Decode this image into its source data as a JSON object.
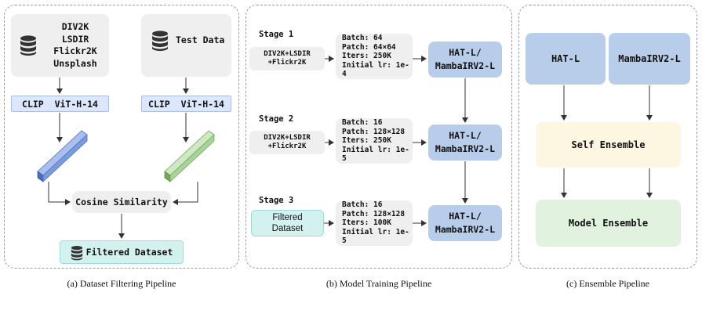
{
  "panel_a": {
    "caption": "(a) Dataset Filtering Pipeline",
    "train_sources": [
      "DIV2K",
      "LSDIR",
      "Flickr2K",
      "Unsplash"
    ],
    "test_data": "Test Data",
    "clip_left": "CLIP  ViT-H-14",
    "clip_right": "CLIP  ViT-H-14",
    "cosine": "Cosine Similarity",
    "filtered": "Filtered Dataset",
    "colors": {
      "left_vector": "#7a9be0",
      "right_vector": "#a9d39a",
      "filtered_bg": "#d3f1ee",
      "clip_bg": "#dde7fb"
    }
  },
  "panel_b": {
    "caption": "(b) Model Training Pipeline",
    "stages": [
      {
        "label": "Stage 1",
        "source": [
          "DIV2K+LSDIR",
          "+Flickr2K"
        ],
        "params": [
          "Batch: 64",
          "Patch: 64×64",
          "Iters: 250K",
          "Initial lr: 1e-4"
        ],
        "model": [
          "HAT-L/",
          "MambaIRV2-L"
        ]
      },
      {
        "label": "Stage 2",
        "source": [
          "DIV2K+LSDIR",
          "+Flickr2K"
        ],
        "params": [
          "Batch: 16",
          "Patch: 128×128",
          "Iters: 250K",
          "Initial lr: 1e-5"
        ],
        "model": [
          "HAT-L/",
          "MambaIRV2-L"
        ]
      },
      {
        "label": "Stage 3",
        "source": [
          "Filtered",
          "Dataset"
        ],
        "params": [
          "Batch: 16",
          "Patch: 128×128",
          "Iters: 100K",
          "Initial lr: 1e-5"
        ],
        "model": [
          "HAT-L/",
          "MambaIRV2-L"
        ]
      }
    ],
    "colors": {
      "model_bg": "#b8cdea",
      "filtered_bg": "#d3f1ee"
    }
  },
  "panel_c": {
    "caption": "(c) Ensemble Pipeline",
    "model_a": "HAT-L",
    "model_b": "MambaIRV2-L",
    "self_ensemble": "Self Ensemble",
    "model_ensemble": "Model Ensemble",
    "colors": {
      "self_bg": "#fdf7e1",
      "model_ens_bg": "#e1f3df"
    }
  }
}
